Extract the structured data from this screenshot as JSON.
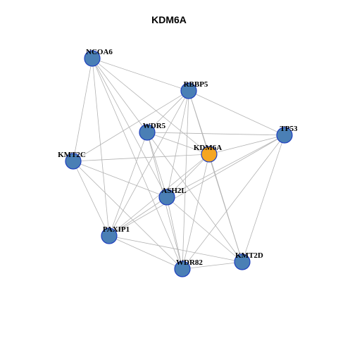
{
  "graph": {
    "title": "KDM6A",
    "colors": {
      "default": "#4a7fb5",
      "focus": "#f5a623",
      "edge": "#b3b3b3",
      "border": "#1f3fbf"
    },
    "focus_node": "KDM6A",
    "nodes": [
      "NCOA6",
      "RBBP5",
      "WDR5",
      "TP53",
      "KDM6A",
      "KMT2C",
      "ASH2L",
      "PAXIP1",
      "KMT2D",
      "WDR82"
    ],
    "edges": [
      [
        "NCOA6",
        "RBBP5"
      ],
      [
        "NCOA6",
        "WDR5"
      ],
      [
        "NCOA6",
        "KDM6A"
      ],
      [
        "NCOA6",
        "KMT2C"
      ],
      [
        "NCOA6",
        "ASH2L"
      ],
      [
        "NCOA6",
        "PAXIP1"
      ],
      [
        "NCOA6",
        "WDR82"
      ],
      [
        "RBBP5",
        "WDR5"
      ],
      [
        "RBBP5",
        "TP53"
      ],
      [
        "RBBP5",
        "KDM6A"
      ],
      [
        "RBBP5",
        "KMT2C"
      ],
      [
        "RBBP5",
        "ASH2L"
      ],
      [
        "RBBP5",
        "PAXIP1"
      ],
      [
        "RBBP5",
        "KMT2D"
      ],
      [
        "RBBP5",
        "WDR82"
      ],
      [
        "WDR5",
        "TP53"
      ],
      [
        "WDR5",
        "KDM6A"
      ],
      [
        "WDR5",
        "ASH2L"
      ],
      [
        "WDR5",
        "PAXIP1"
      ],
      [
        "WDR5",
        "WDR82"
      ],
      [
        "WDR5",
        "KMT2D"
      ],
      [
        "TP53",
        "KDM6A"
      ],
      [
        "TP53",
        "ASH2L"
      ],
      [
        "TP53",
        "KMT2D"
      ],
      [
        "TP53",
        "WDR82"
      ],
      [
        "TP53",
        "PAXIP1"
      ],
      [
        "KDM6A",
        "KMT2C"
      ],
      [
        "KDM6A",
        "ASH2L"
      ],
      [
        "KDM6A",
        "PAXIP1"
      ],
      [
        "KDM6A",
        "KMT2D"
      ],
      [
        "KDM6A",
        "WDR82"
      ],
      [
        "KMT2C",
        "ASH2L"
      ],
      [
        "KMT2C",
        "PAXIP1"
      ],
      [
        "KMT2C",
        "WDR82"
      ],
      [
        "ASH2L",
        "PAXIP1"
      ],
      [
        "ASH2L",
        "KMT2D"
      ],
      [
        "ASH2L",
        "WDR82"
      ],
      [
        "PAXIP1",
        "WDR82"
      ],
      [
        "PAXIP1",
        "KMT2D"
      ],
      [
        "WDR82",
        "KMT2D"
      ]
    ]
  }
}
